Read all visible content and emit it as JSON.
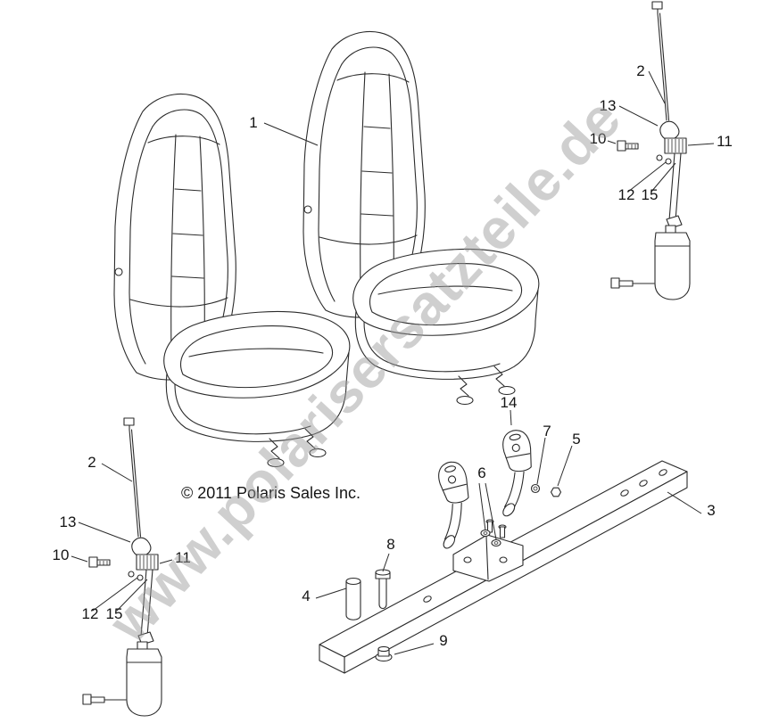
{
  "watermark": "www.polarisersatzteile.de",
  "copyright": "© 2011 Polaris Sales Inc.",
  "callouts": {
    "main": {
      "n1": "1",
      "n3": "3",
      "n4": "4",
      "n5": "5",
      "n6": "6",
      "n7": "7",
      "n8": "8",
      "n9": "9",
      "n14": "14"
    },
    "belt_upper": {
      "n2": "2",
      "n10": "10",
      "n11": "11",
      "n12": "12",
      "n13": "13",
      "n15": "15"
    },
    "belt_lower": {
      "n2": "2",
      "n10": "10",
      "n11": "11",
      "n12": "12",
      "n13": "13",
      "n15": "15"
    }
  }
}
